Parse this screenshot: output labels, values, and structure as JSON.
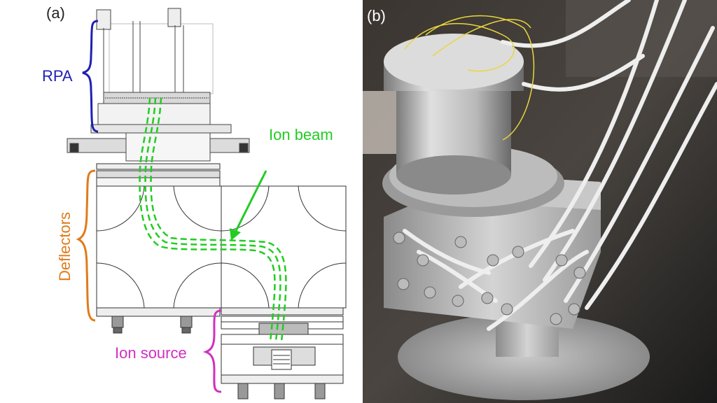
{
  "panel_a": {
    "label": "(a)",
    "labels": {
      "rpa": "RPA",
      "deflectors": "Deflectors",
      "ion_source": "Ion source",
      "ion_beam": "Ion beam"
    },
    "colors": {
      "rpa": "#1f1fb4",
      "deflectors": "#e07b1a",
      "ion_source": "#d030c0",
      "ion_beam": "#22cc22"
    }
  },
  "panel_b": {
    "label": "(b)"
  }
}
